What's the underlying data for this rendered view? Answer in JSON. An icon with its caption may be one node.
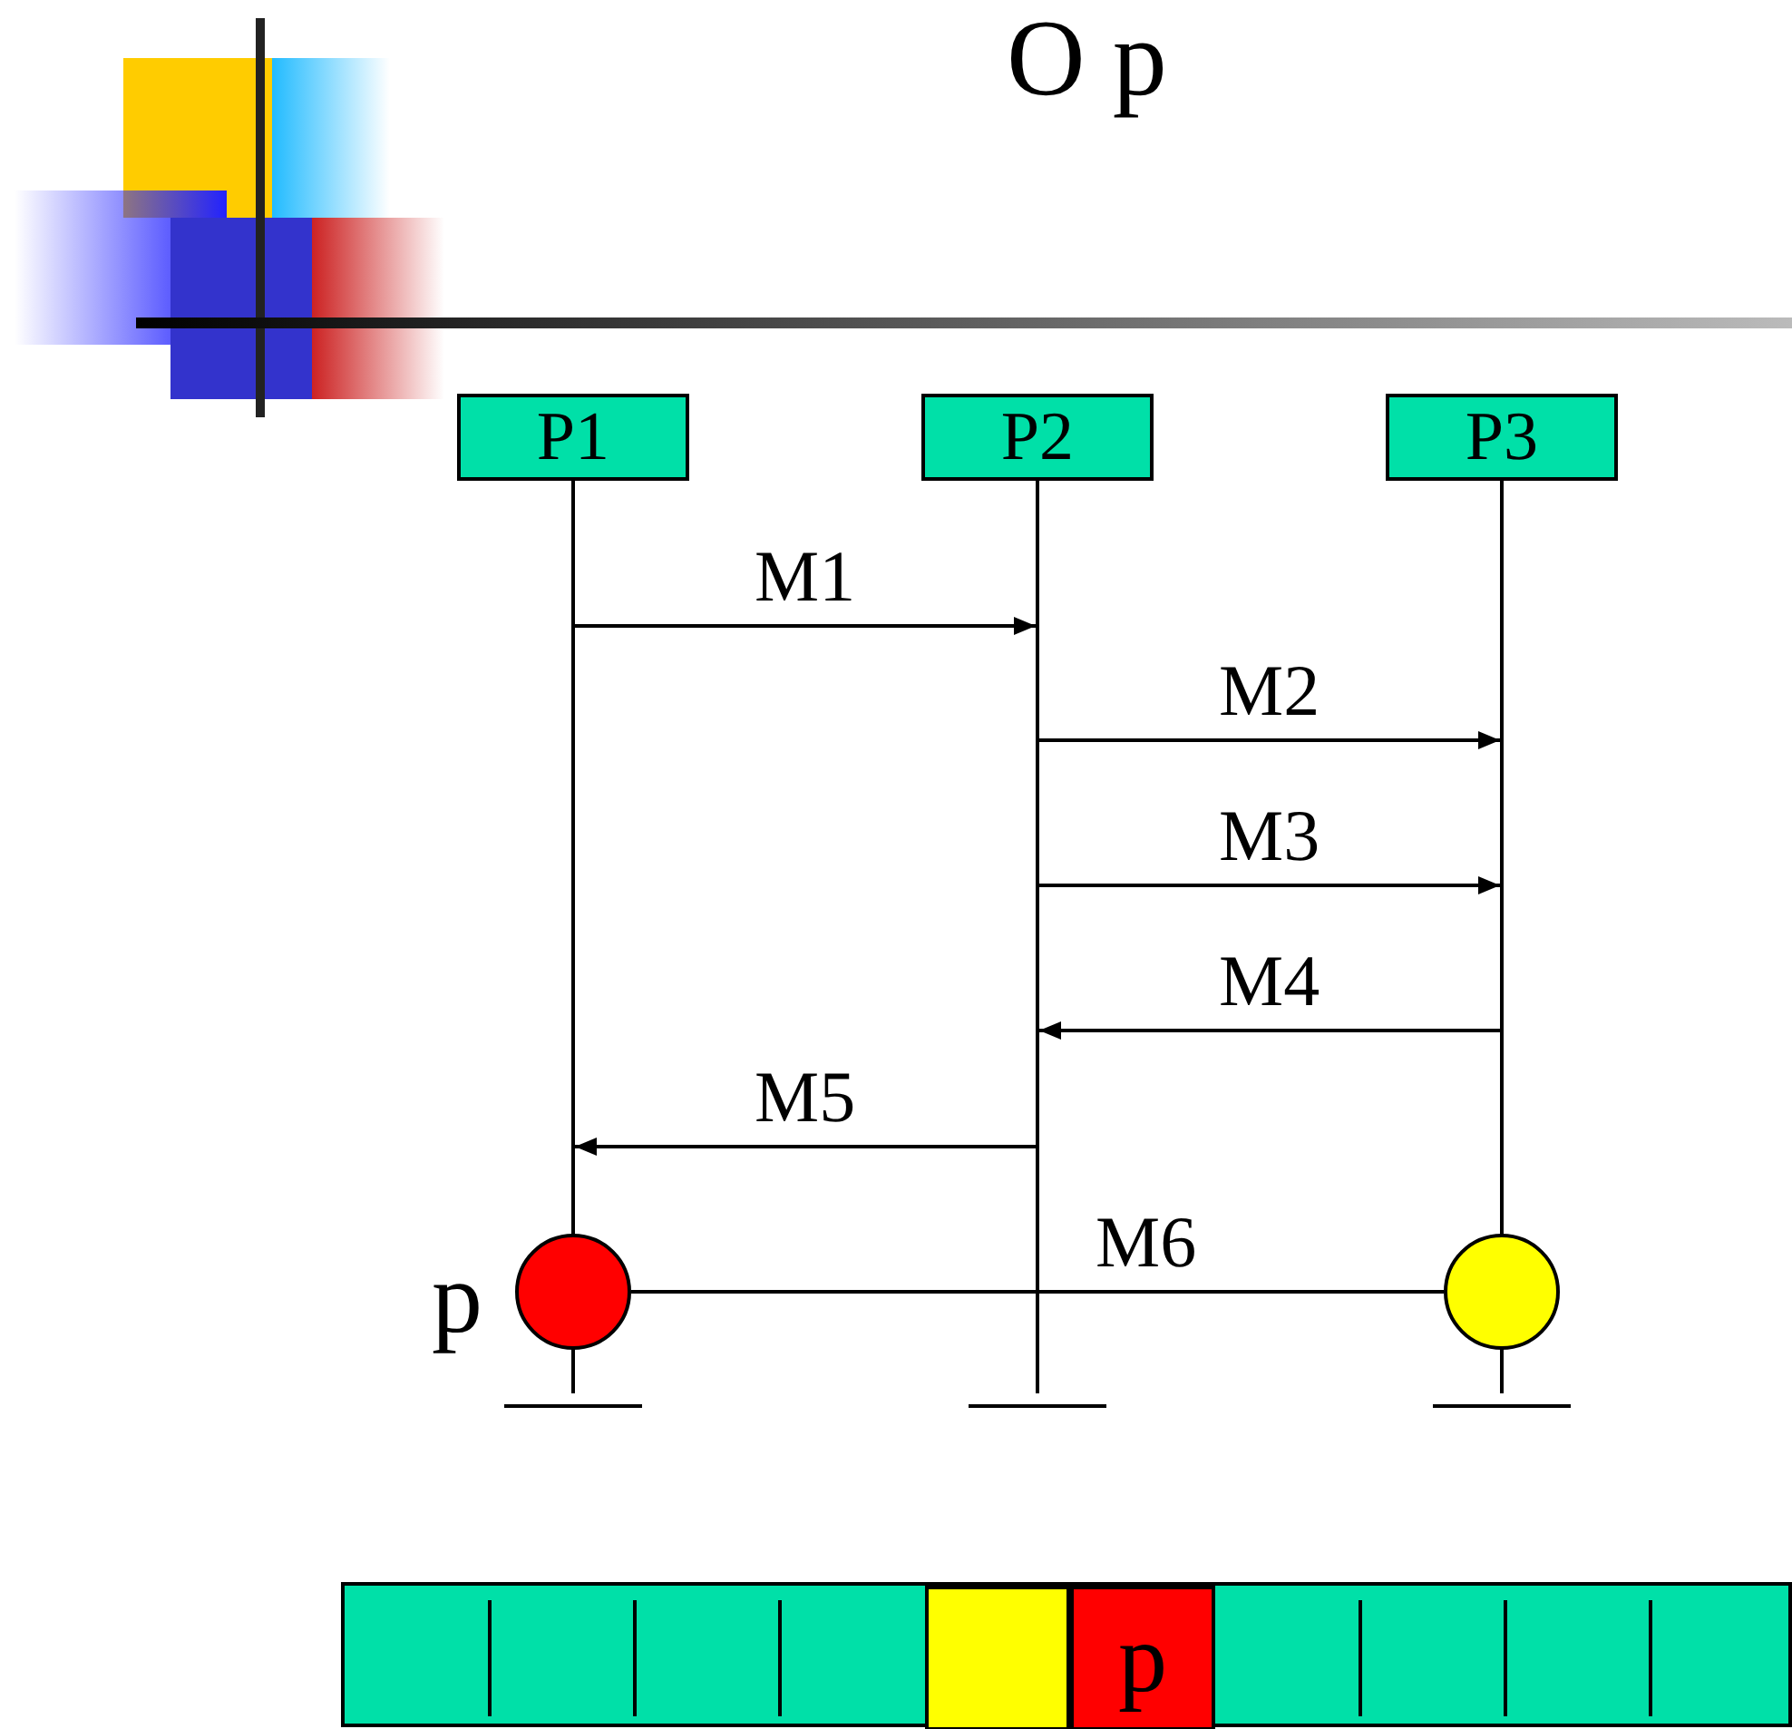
{
  "diagram": {
    "title": "O p",
    "nodes": [
      {
        "text": [
          "P1"
        ]
      },
      {
        "text": [
          "P2"
        ]
      },
      {
        "text": [
          "P3"
        ]
      },
      {
        "text": [],
        "shape": "line"
      },
      {
        "text": [],
        "shape": "line"
      },
      {
        "text": [],
        "shape": "line"
      },
      {
        "text": [],
        "shape": "circle",
        "beside": [
          "p"
        ]
      },
      {
        "text": [],
        "shape": "circle"
      },
      {
        "text": [],
        "shape": "bar"
      },
      {
        "text": [],
        "shape": "box",
        "in": 8
      },
      {
        "text": [
          "p"
        ],
        "in": 8
      }
    ],
    "edges": [
      {
        "from": 3,
        "to": 4,
        "arrow": "to",
        "label": "M1"
      },
      {
        "from": 4,
        "to": 5,
        "arrow": "to",
        "label": "M2"
      },
      {
        "from": 4,
        "to": 5,
        "arrow": "to",
        "label": "M3"
      },
      {
        "from": 5,
        "to": 4,
        "arrow": "to",
        "label": "M4"
      },
      {
        "from": 4,
        "to": 3,
        "arrow": "to",
        "label": "M5"
      },
      {
        "from": 6,
        "to": 7,
        "arrow": "none",
        "label": "M6"
      }
    ]
  }
}
